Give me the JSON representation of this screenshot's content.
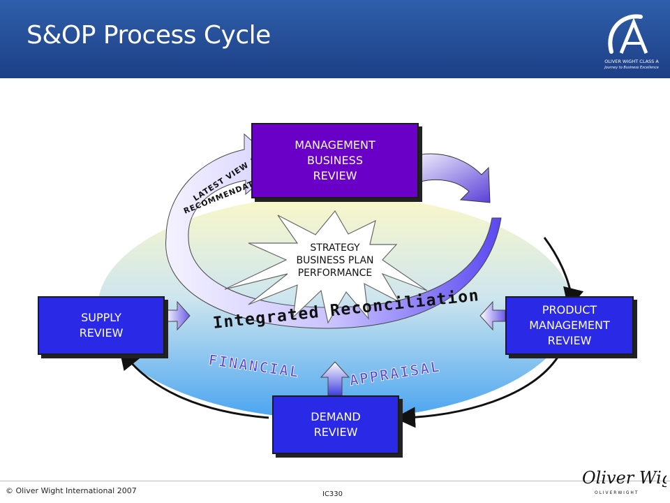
{
  "header": {
    "title": "S&OP Process Cycle"
  },
  "logo": {
    "name": "oliver-wight-class-a-logo",
    "line1": "OLIVER WIGHT CLASS A",
    "line2": "Journey to Business Excellence"
  },
  "boxes": {
    "management": {
      "line1": "MANAGEMENT",
      "line2": "BUSINESS",
      "line3": "REVIEW",
      "color": "#6a00c8"
    },
    "product": {
      "line1": "PRODUCT",
      "line2": "MANAGEMENT",
      "line3": "REVIEW",
      "color": "#2a2ae6"
    },
    "supply": {
      "line1": "SUPPLY",
      "line2": "REVIEW",
      "color": "#2a2ae6"
    },
    "demand": {
      "line1": "DEMAND",
      "line2": "REVIEW",
      "color": "#2a2ae6"
    }
  },
  "center": {
    "line1": "STRATEGY",
    "line2": "BUSINESS PLAN",
    "line3": "PERFORMANCE"
  },
  "arc_labels": {
    "latest_line1": "LATEST VIEW &",
    "latest_line2": "RECOMMENDATION",
    "integrated": "Integrated Reconciliation",
    "financial": "FINANCIAL",
    "appraisal": "APPRAISAL"
  },
  "footer": {
    "copyright": "© Oliver Wight International 2007",
    "code": "IC330",
    "signature_text": "Oliver Wight",
    "signature_sub": "O L I V E R   W I G H T"
  }
}
